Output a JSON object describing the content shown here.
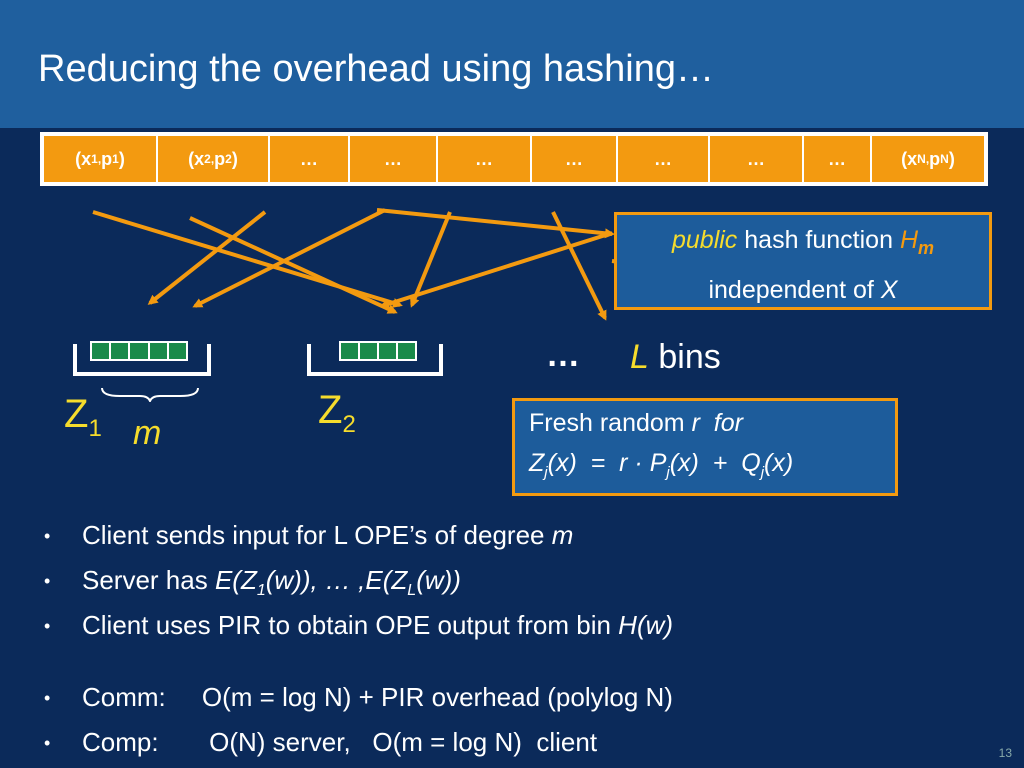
{
  "title": "Reducing the overhead using hashing…",
  "cells": [
    {
      "html": "(x<sub>1,</sub>p<sub>1</sub>)",
      "w": 112
    },
    {
      "html": "(x<sub>2,</sub>p<sub>2</sub>)",
      "w": 110
    },
    {
      "html": "…",
      "w": 78
    },
    {
      "html": "…",
      "w": 86
    },
    {
      "html": "…",
      "w": 92
    },
    {
      "html": "…",
      "w": 84
    },
    {
      "html": "…",
      "w": 90
    },
    {
      "html": "…",
      "w": 92
    },
    {
      "html": "…",
      "w": 66
    },
    {
      "html": "(x<sub>N,</sub>p<sub>N </sub>)",
      "w": 112
    }
  ],
  "hash_box": {
    "word_public": "public",
    "text1": " hash function ",
    "H": "H",
    "m": "m",
    "line2": "independent of ",
    "X": "X"
  },
  "fresh_box": {
    "line1": "Fresh random ",
    "r": "r",
    "for": "for"
  },
  "bins": {
    "dots": "…",
    "L": "L",
    "label": " bins"
  },
  "z1": {
    "Z": "Z",
    "sub": "1"
  },
  "z2": {
    "Z": "Z",
    "sub": "2"
  },
  "m_label": "m",
  "bullets": [
    "Client sends input for L OPE’s of degree <i>m</i>",
    "Server has <i>E(Z<sub>1</sub>(w)), … ,E(Z<sub>L</sub>(w))</i>",
    "Client uses PIR to obtain OPE output from bin <i>H(w)</i>",
    "Comm:&nbsp;&nbsp;&nbsp;&nbsp; O(m = log N) + PIR overhead (polylog N)",
    "Comp:&nbsp;&nbsp;&nbsp;&nbsp;&nbsp;&nbsp; O(N) server,&nbsp;&nbsp; O(m = log N)&nbsp; client"
  ],
  "page_number": "13",
  "colors": {
    "accent": "#f39a10",
    "highlight": "#f6dc2c",
    "background": "#0b2a5a",
    "title_band": "#1f5f9e"
  }
}
